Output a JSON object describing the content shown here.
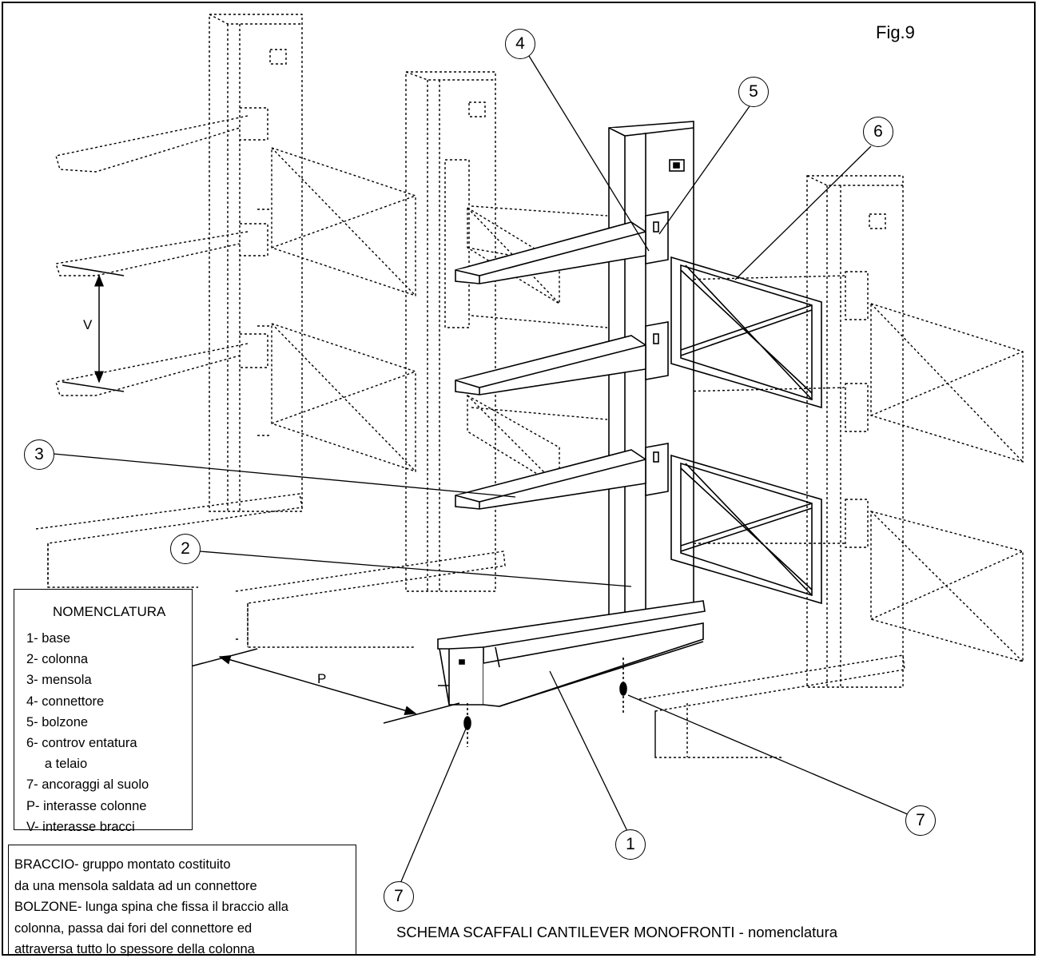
{
  "figure_label": "Fig.9",
  "callouts": [
    "1",
    "2",
    "3",
    "4",
    "5",
    "6",
    "7",
    "7"
  ],
  "dimension_labels": {
    "v": "V",
    "p": "P"
  },
  "legend": {
    "title": "NOMENCLATURA",
    "items": [
      "1- base",
      "2- colonna",
      "3- mensola",
      "4- connettore",
      "5- bolzone",
      "6- controv entatura",
      "     a telaio",
      "7- ancoraggi al suolo",
      "P- interasse colonne",
      "V- interasse bracci"
    ]
  },
  "notes": [
    "BRACCIO- gruppo montato costituito",
    "da una mensola saldata ad un connettore",
    "BOLZONE- lunga spina che fissa il braccio alla",
    "colonna, passa dai fori del connettore ed",
    "attraversa tutto lo spessore della colonna"
  ],
  "caption": "SCHEMA SCAFFALI CANTILEVER MONOFRONTI - nomenclatura"
}
